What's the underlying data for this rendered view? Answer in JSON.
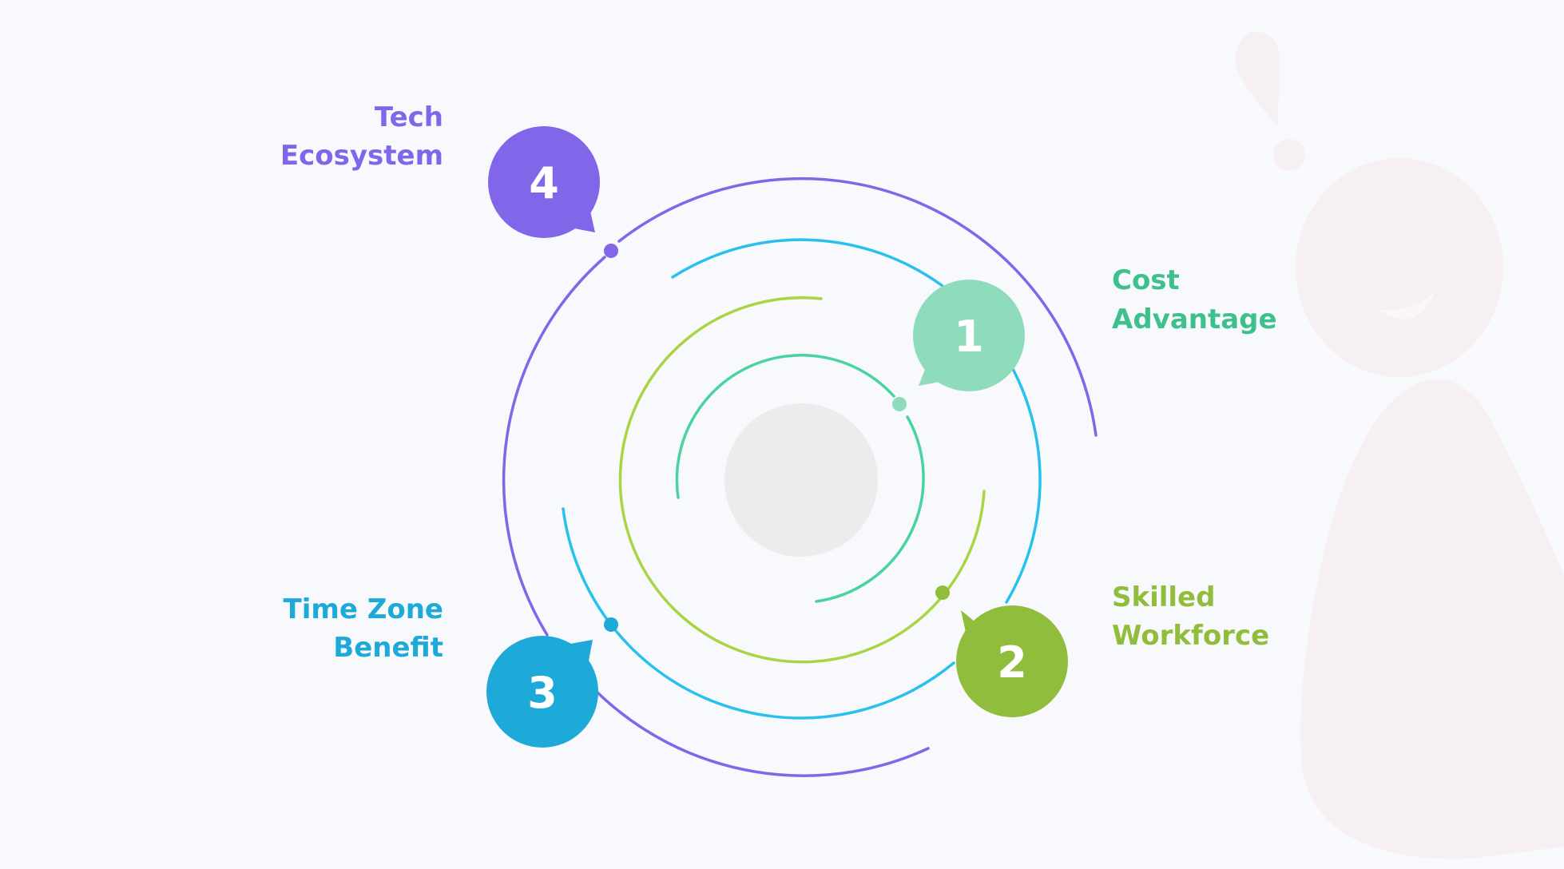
{
  "colors": {
    "background": "#f8f9fc",
    "purple": "#8166e9",
    "blue": "#28c0ec",
    "lime": "#a8d542",
    "green": "#48d3a0",
    "teal": "#8fdcbc",
    "olive": "#90bd3b",
    "cyan": "#1eaad8",
    "center": "#ececec",
    "figure": "#f7f0f2"
  },
  "items": [
    {
      "number": "1",
      "title_line1": "Cost",
      "title_line2": "Advantage"
    },
    {
      "number": "2",
      "title_line1": "Skilled",
      "title_line2": "Workforce"
    },
    {
      "number": "3",
      "title_line1": "Time Zone",
      "title_line2": "Benefit"
    },
    {
      "number": "4",
      "title_line1": "Tech",
      "title_line2": "Ecosystem"
    }
  ]
}
